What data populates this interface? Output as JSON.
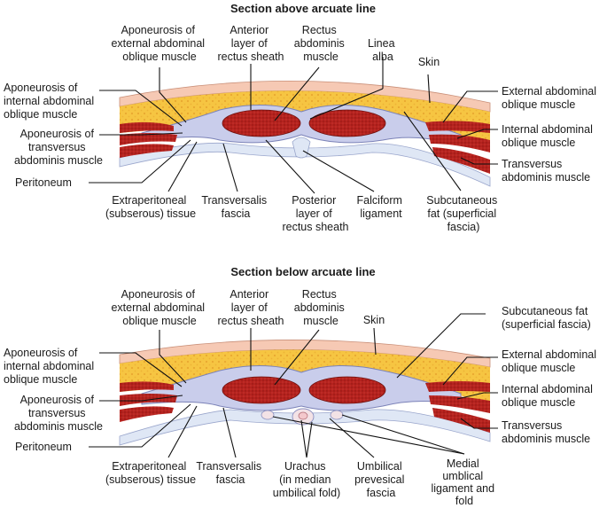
{
  "top": {
    "title": "Section above arcuate line",
    "labels": {
      "aponeurosis_external": [
        "Aponeurosis of",
        "external abdominal",
        "oblique muscle"
      ],
      "anterior_layer": [
        "Anterior",
        "layer of",
        "rectus sheath"
      ],
      "rectus_abdominis": [
        "Rectus",
        "abdominis",
        "muscle"
      ],
      "linea_alba": [
        "Linea",
        "alba"
      ],
      "skin": [
        "Skin"
      ],
      "aponeurosis_internal": [
        "Aponeurosis of",
        "internal abdominal",
        "oblique muscle"
      ],
      "aponeurosis_transversus": [
        "Aponeurosis of",
        "transversus",
        "abdominis muscle"
      ],
      "peritoneum": [
        "Peritoneum"
      ],
      "external_oblique": [
        "External abdominal",
        "oblique muscle"
      ],
      "internal_oblique": [
        "Internal abdominal",
        "oblique muscle"
      ],
      "transversus": [
        "Transversus",
        "abdominis muscle"
      ],
      "extraperitoneal": [
        "Extraperitoneal",
        "(subserous) tissue"
      ],
      "transversalis": [
        "Transversalis",
        "fascia"
      ],
      "posterior_layer": [
        "Posterior",
        "layer of",
        "rectus sheath"
      ],
      "falciform": [
        "Falciform",
        "ligament"
      ],
      "subcutaneous": [
        "Subcutaneous",
        "fat (superficial",
        "fascia)"
      ]
    }
  },
  "bottom": {
    "title": "Section below arcuate line",
    "labels": {
      "aponeurosis_external": [
        "Aponeurosis of",
        "external abdominal",
        "oblique muscle"
      ],
      "anterior_layer": [
        "Anterior",
        "layer of",
        "rectus sheath"
      ],
      "rectus_abdominis": [
        "Rectus",
        "abdominis",
        "muscle"
      ],
      "skin": [
        "Skin"
      ],
      "subcutaneous": [
        "Subcutaneous fat",
        "(superficial fascia)"
      ],
      "aponeurosis_internal": [
        "Aponeurosis of",
        "internal abdominal",
        "oblique muscle"
      ],
      "aponeurosis_transversus": [
        "Aponeurosis of",
        "transversus",
        "abdominis muscle"
      ],
      "peritoneum": [
        "Peritoneum"
      ],
      "external_oblique": [
        "External abdominal",
        "oblique muscle"
      ],
      "internal_oblique": [
        "Internal abdominal",
        "oblique muscle"
      ],
      "transversus": [
        "Transversus",
        "abdominis muscle"
      ],
      "extraperitoneal": [
        "Extraperitoneal",
        "(subserous) tissue"
      ],
      "transversalis": [
        "Transversalis",
        "fascia"
      ],
      "urachus": [
        "Urachus",
        "(in median",
        "umbilical fold)"
      ],
      "prevesical": [
        "Umbilical",
        "prevesical",
        "fascia"
      ],
      "medial_ligament": [
        "Medial",
        "umblical",
        "ligament and",
        "fold"
      ]
    }
  },
  "colors": {
    "skin": "#f6c9b4",
    "fat": "#f6c542",
    "fat_dots": "#e9a830",
    "muscle": "#b5221e",
    "muscle_dark": "#8e1612",
    "sheath": "#c9cdeb",
    "sheath_line": "#7c83b8",
    "peritoneum": "#dfe7f5"
  }
}
